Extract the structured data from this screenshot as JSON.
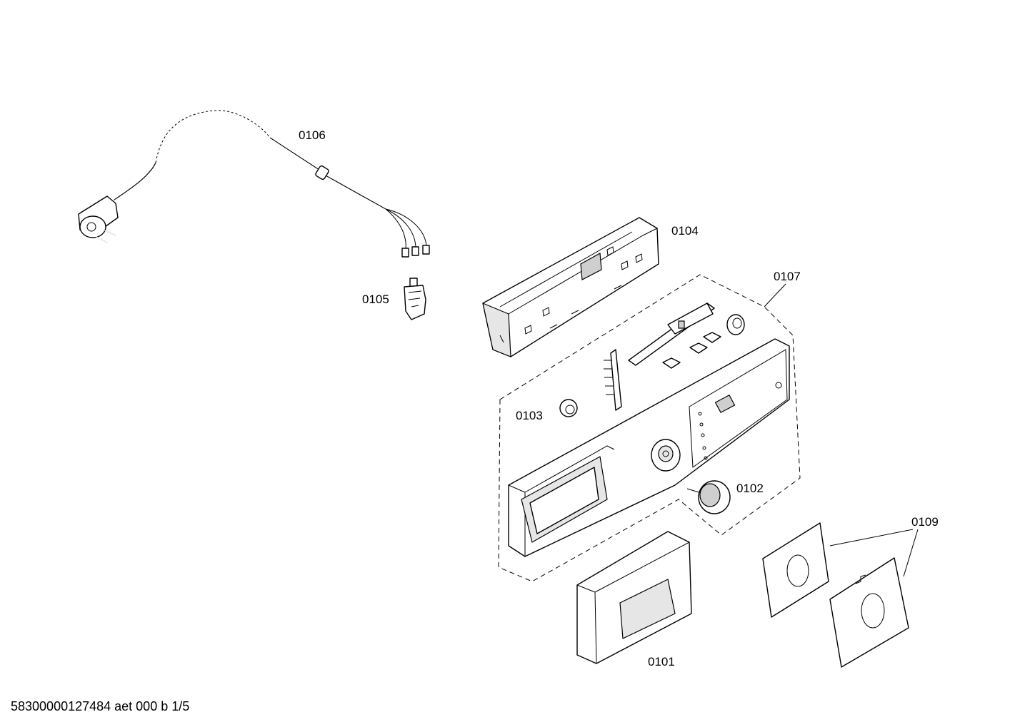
{
  "footer": {
    "doc_id": "58300000127484 aet 000 b 1/5"
  },
  "callouts": {
    "c0106": "0106",
    "c0105": "0105",
    "c0104": "0104",
    "c0107": "0107",
    "c0103": "0103",
    "c0102": "0102",
    "c0109": "0109",
    "c0101": "0101"
  }
}
